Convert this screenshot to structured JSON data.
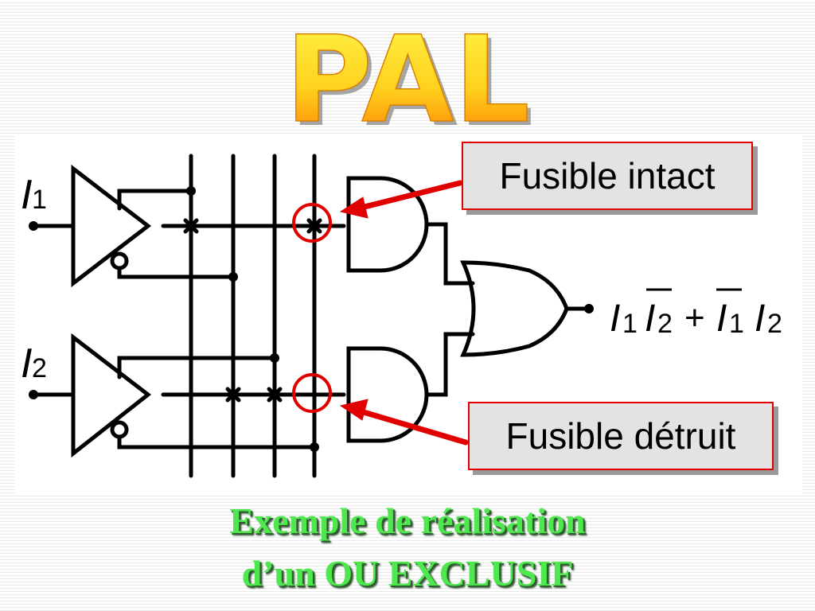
{
  "title": "PAL",
  "callouts": {
    "intact": "Fusible intact",
    "destroyed": "Fusible détruit"
  },
  "inputs": {
    "i1_base": "I",
    "i1_sub": "1",
    "i2_base": "I",
    "i2_sub": "2"
  },
  "output_expression": {
    "t1": "I",
    "s1": "1",
    "t2": "I",
    "s2": "2",
    "plus": "+",
    "t3": "I",
    "s3": "1",
    "t4": "I",
    "s4": "2"
  },
  "caption": {
    "line1": "Exemple de réalisation",
    "line2": "d’un OU EXCLUSIF"
  },
  "colors": {
    "callout_border": "#e00000",
    "callout_fill": "#e3e3e3",
    "caption_green": "#4ee84e",
    "title_gradient_top": "#ffff40",
    "title_gradient_bottom": "#ff8a00",
    "highlight_circle": "#e00000"
  }
}
